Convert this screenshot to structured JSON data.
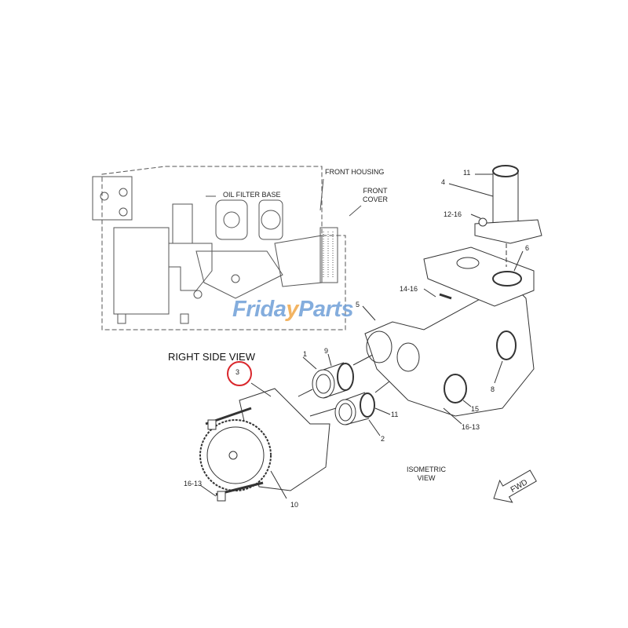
{
  "diagram": {
    "callouts": {
      "front_housing": "FRONT HOUSING",
      "oil_filter_base": "OIL FILTER BASE",
      "front_cover_1": "FRONT",
      "front_cover_2": "COVER",
      "right_side_view": "RIGHT SIDE VIEW",
      "isometric_1": "ISOMETRIC",
      "isometric_2": "VIEW",
      "fwd": "FWD",
      "p11_top": "11",
      "p4": "4",
      "p12_16": "12-16",
      "p6": "6",
      "p14_16": "14-16",
      "p5": "5",
      "p1": "1",
      "p9": "9",
      "p11_low": "11",
      "p2": "2",
      "p8": "8",
      "p15": "15",
      "p16_13_right": "16-13",
      "p3": "3",
      "p10": "10",
      "p16_13_left": "16-13"
    },
    "highlight_part": "3",
    "highlight_color": "#d9262b",
    "watermark": {
      "part1": "Frida",
      "part2": "y",
      "part3": "Parts",
      "colors": [
        "#6f9fd8",
        "#f0a848"
      ]
    }
  }
}
